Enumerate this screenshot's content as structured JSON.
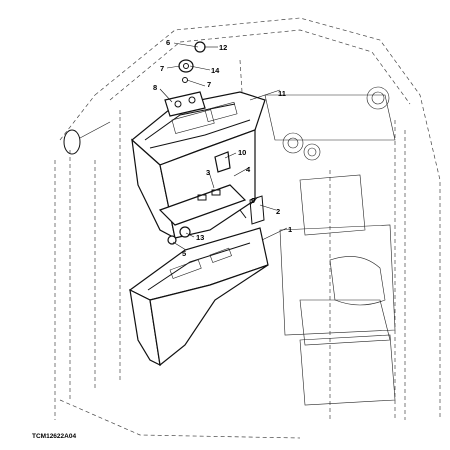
{
  "figure_id": "TCM12622A04",
  "callouts": {
    "c1": "1",
    "c2": "2",
    "c3": "3",
    "c4": "4",
    "c5": "5",
    "c6": "6",
    "c7a": "7",
    "c7b": "7",
    "c8": "8",
    "c9": "9",
    "c10": "10",
    "c11": "11",
    "c12": "12",
    "c13": "13",
    "c14": "14"
  }
}
